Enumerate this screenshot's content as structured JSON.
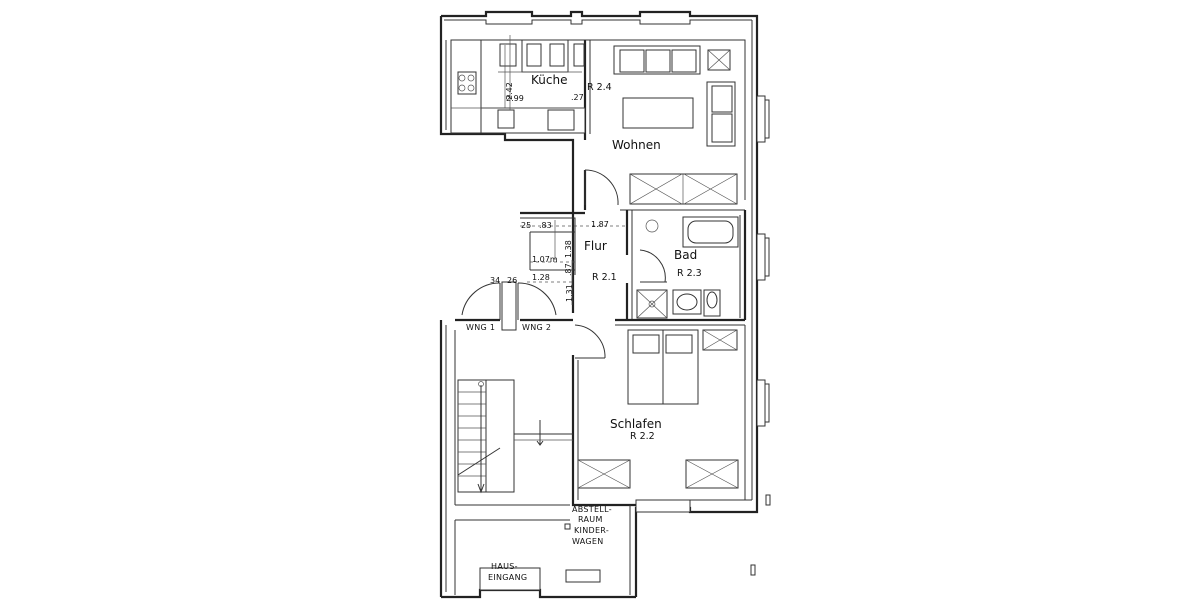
{
  "rooms": {
    "kueche": {
      "name": "Küche",
      "code": "R 2.4"
    },
    "wohnen": {
      "name": "Wohnen"
    },
    "flur": {
      "name": "Flur",
      "code": "R 2.1"
    },
    "bad": {
      "name": "Bad",
      "code": "R 2.3"
    },
    "schlafen": {
      "name": "Schlafen",
      "code": "R 2.2"
    }
  },
  "stair": {
    "wng1": "WNG 1",
    "wng2": "WNG 2",
    "abstellraum": [
      "ABSTELL-",
      "RAUM",
      "KINDER-",
      "WAGEN"
    ],
    "hauseingang": [
      "HAUS-",
      "EINGANG"
    ]
  },
  "dimensions": {
    "k_242": "2.42",
    "k_299": "2.99",
    "k_27": ".27",
    "f_25": "25",
    "f_83": ".83",
    "f_187": "1.87",
    "f_138": "1.38",
    "f_107": "1.07m",
    "f_128": "1.28",
    "f_87": ".87",
    "f_131": "1.31",
    "f_34": "34",
    "f_26": "26"
  }
}
